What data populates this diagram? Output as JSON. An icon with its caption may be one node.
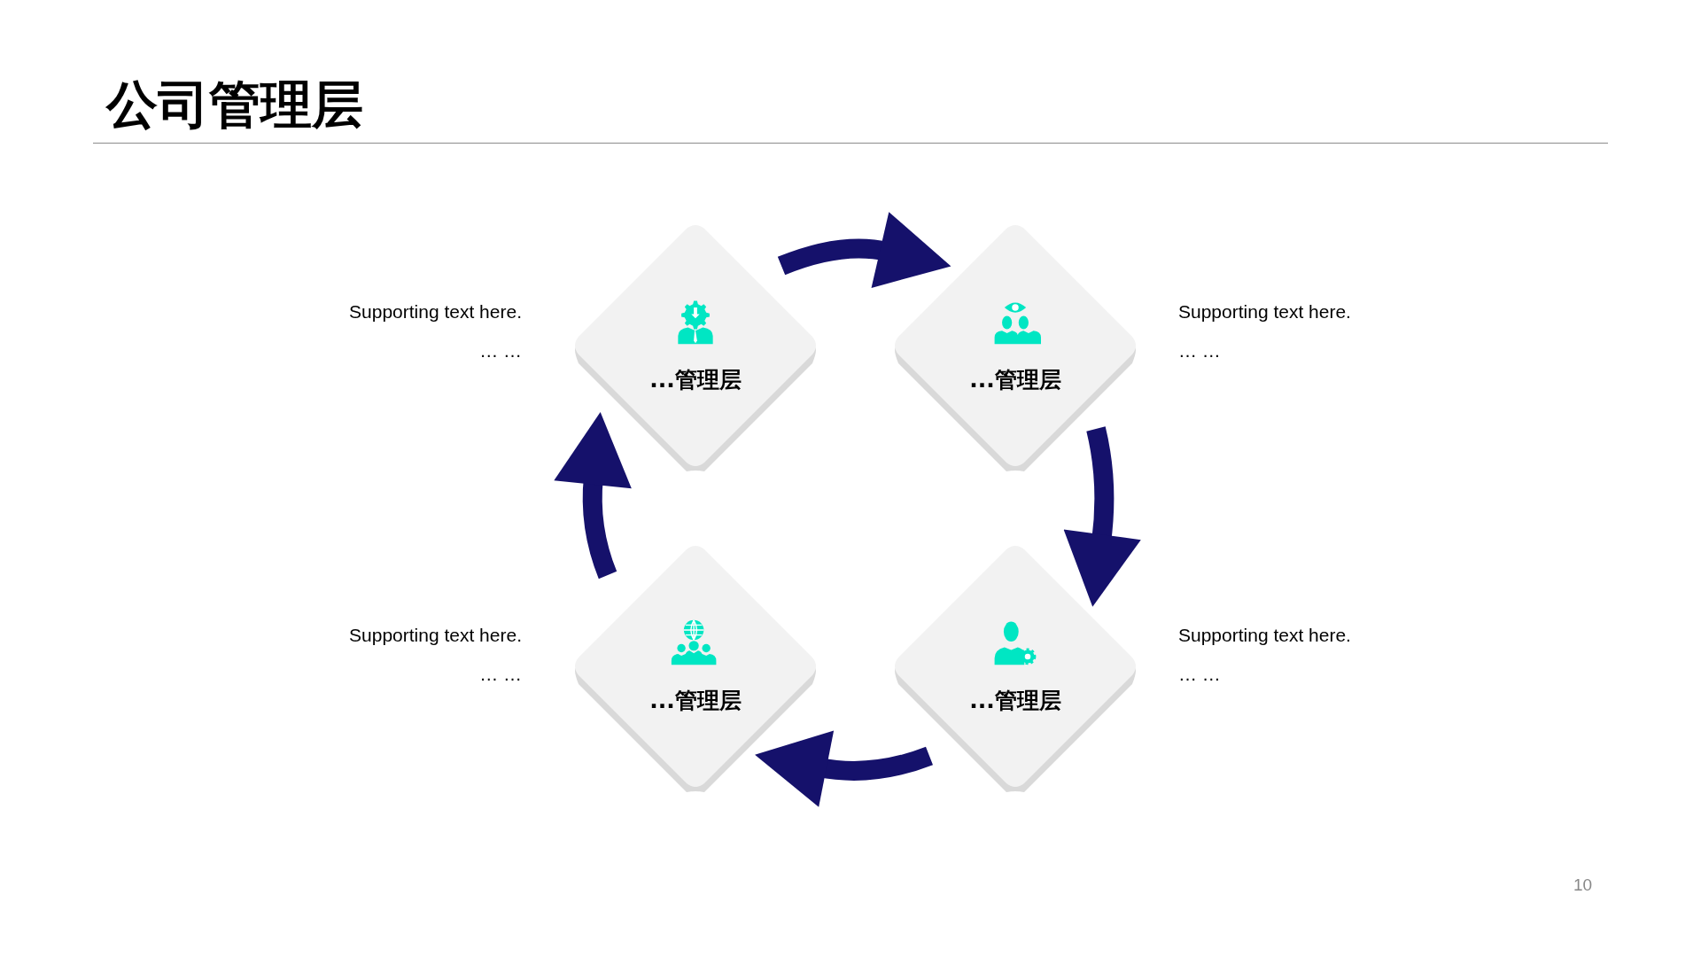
{
  "diagram": {
    "title": "公司管理层",
    "nodes": [
      {
        "text": [
          "...管理层"
        ],
        "beside": [
          "Supporting text here.",
          "… …"
        ]
      },
      {
        "text": [
          "...管理层"
        ],
        "beside": [
          "Supporting text here.",
          "… …"
        ]
      },
      {
        "text": [
          "...管理层"
        ],
        "beside": [
          "Supporting text here.",
          "… …"
        ]
      },
      {
        "text": [
          "...管理层"
        ],
        "beside": [
          "Supporting text here.",
          "… …"
        ]
      }
    ],
    "edges": [
      {
        "from": 0,
        "to": 1,
        "arrow": "to"
      },
      {
        "from": 1,
        "to": 2,
        "arrow": "to"
      },
      {
        "from": 2,
        "to": 3,
        "arrow": "to"
      },
      {
        "from": 3,
        "to": 0,
        "arrow": "to"
      }
    ],
    "labels": [
      "10"
    ]
  }
}
